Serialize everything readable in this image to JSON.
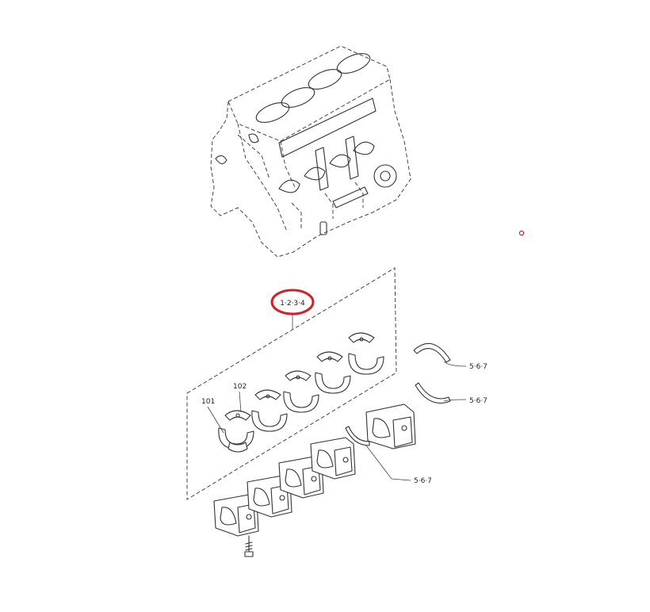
{
  "labels": {
    "main_group": "1·2·3·4",
    "part_101": "101",
    "part_102": "102",
    "thrust_top": "5·6·7",
    "thrust_mid": "5·6·7",
    "thrust_low": "5·6·7"
  },
  "colors": {
    "highlight": "#d0202a",
    "line": "#333333",
    "background": "#ffffff"
  }
}
